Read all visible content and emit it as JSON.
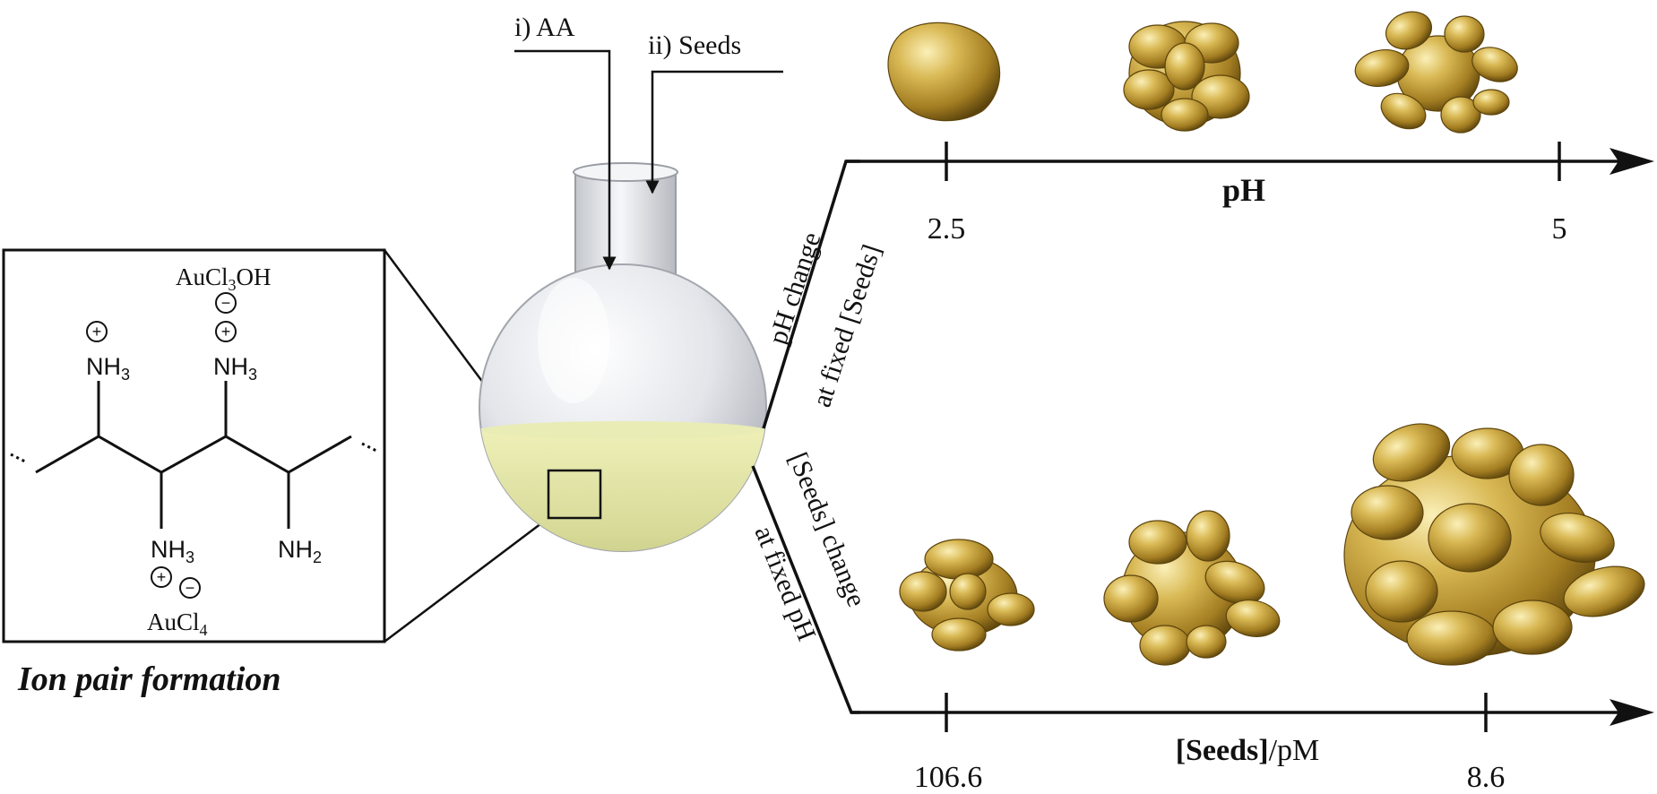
{
  "reagents": {
    "step1": "i) AA",
    "step2": "ii) Seeds"
  },
  "inset": {
    "caption": "Ion pair formation",
    "top_counterion": {
      "base": "AuCl",
      "sub": "3",
      "tail": "OH"
    },
    "bottom_counterion": {
      "base": "AuCl",
      "sub": "4"
    },
    "amine_protonated": {
      "base": "NH",
      "sub": "3"
    },
    "amine_free": {
      "base": "NH",
      "sub": "2"
    },
    "charge_plus": "+",
    "charge_minus": "−"
  },
  "branches": {
    "upper_line1": "pH change",
    "upper_line2": "at fixed [Seeds]",
    "lower_line1": "[Seeds] change",
    "lower_line2": "at fixed pH"
  },
  "ph_axis": {
    "label": "pH",
    "tick_start": "2.5",
    "tick_end": "5"
  },
  "seeds_axis": {
    "label_bold": "[Seeds]",
    "label_unit": "/pM",
    "tick_start": "106.6",
    "tick_end": "8.6"
  },
  "colors": {
    "gold_light": "#f3dd8a",
    "gold_mid": "#c9a43d",
    "gold_dark": "#6e5310",
    "solution": "#dfe2a6",
    "glass": "#e6e8ec",
    "line": "#111111"
  }
}
